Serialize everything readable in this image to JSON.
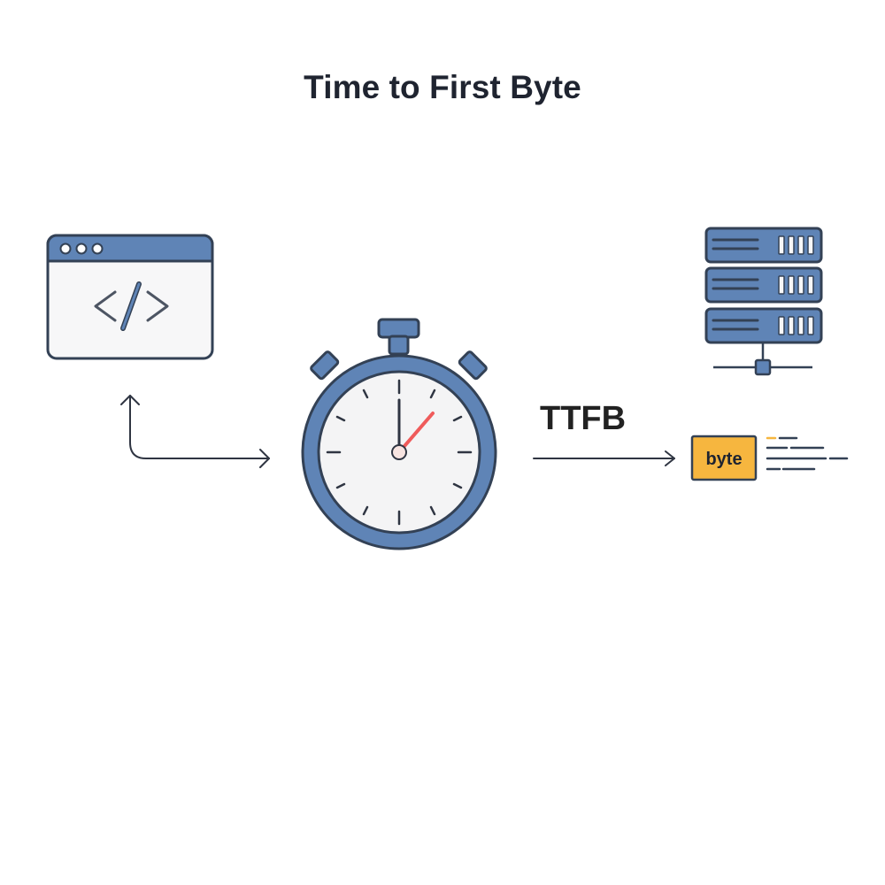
{
  "title": "Time to First Byte",
  "diagram": {
    "browser_icon": "browser-window-icon",
    "browser_code_text": "</>",
    "server_icon": "server-rack-icon",
    "stopwatch_icon": "stopwatch-icon",
    "ttfb_label": "TTFB",
    "byte_label": "byte",
    "colors": {
      "primary": "#5f84b6",
      "outline": "#334155",
      "accent": "#f6b63f",
      "hand": "#ef5b5b",
      "text": "#1f2430",
      "background": "#ffffff"
    }
  }
}
